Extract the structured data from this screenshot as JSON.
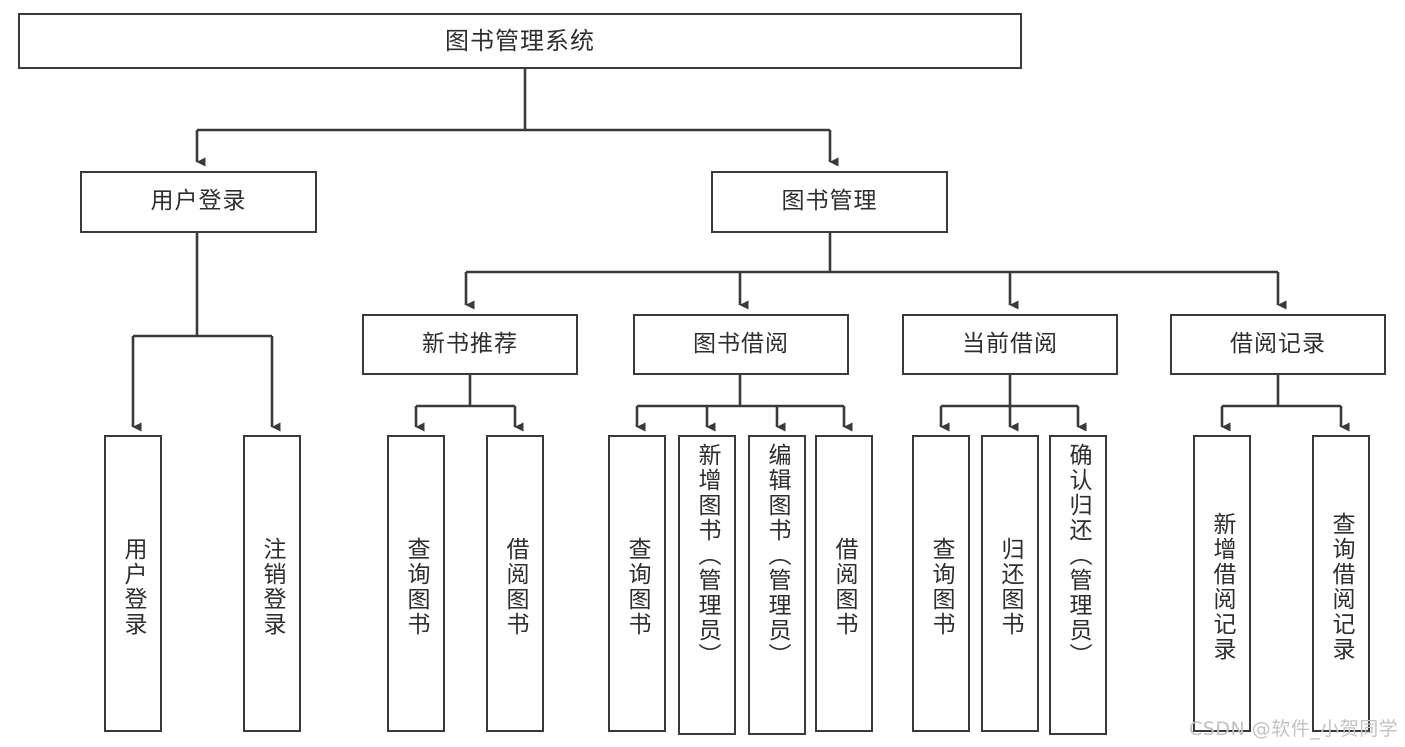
{
  "diagram": {
    "title": "图书管理系统",
    "type": "hierarchy-tree",
    "root": {
      "label": "图书管理系统"
    },
    "level2": [
      {
        "label": "用户登录"
      },
      {
        "label": "图书管理"
      }
    ],
    "level3": [
      {
        "label": "新书推荐"
      },
      {
        "label": "图书借阅"
      },
      {
        "label": "当前借阅"
      },
      {
        "label": "借阅记录"
      }
    ],
    "leaves": {
      "user_login": [
        {
          "label": "用户登录"
        },
        {
          "label": "注销登录"
        }
      ],
      "new_book_recommend": [
        {
          "label": "查询图书"
        },
        {
          "label": "借阅图书"
        }
      ],
      "book_borrow": [
        {
          "label": "查询图书"
        },
        {
          "label": "新增图书（管理员）"
        },
        {
          "label": "编辑图书（管理员）"
        },
        {
          "label": "借阅图书"
        }
      ],
      "current_borrow": [
        {
          "label": "查询图书"
        },
        {
          "label": "归还图书"
        },
        {
          "label": "确认归还（管理员）"
        }
      ],
      "borrow_record": [
        {
          "label": "新增借阅记录"
        },
        {
          "label": "查询借阅记录"
        }
      ]
    },
    "watermark": "CSDN @软件_小贺同学",
    "colors": {
      "stroke": "#3a3a3a",
      "text": "#2e2e2e",
      "background": "#ffffff",
      "watermark": "#c2c2c2"
    }
  }
}
